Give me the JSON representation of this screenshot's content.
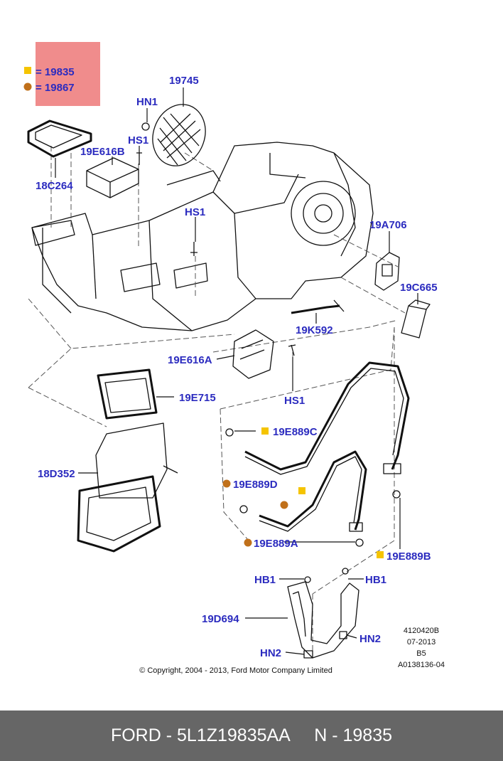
{
  "legend": {
    "items": [
      {
        "symbol": "square",
        "color": "#f5c400",
        "label": "= 19835"
      },
      {
        "symbol": "circle",
        "color": "#c0701a",
        "label": "= 19867"
      }
    ],
    "highlight_color": "#f08c8c"
  },
  "labels": {
    "p19745": "19745",
    "hn1": "HN1",
    "hs1_top": "HS1",
    "p19e616b": "19E616B",
    "p18c264": "18C264",
    "hs1_mid": "HS1",
    "p19a706": "19A706",
    "p19c665": "19C665",
    "p19k592": "19K592",
    "p19e616a": "19E616A",
    "hs1_low": "HS1",
    "p19e715": "19E715",
    "p19e889c": "19E889C",
    "p18d352": "18D352",
    "p19e889d": "19E889D",
    "p19e889a": "19E889A",
    "p19e889b": "19E889B",
    "hb1_left": "HB1",
    "hb1_right": "HB1",
    "p19d694": "19D694",
    "hn2_right": "HN2",
    "hn2_left": "HN2"
  },
  "reference": {
    "line1": "4120420B",
    "line2": "07-2013",
    "line3": "B5",
    "line4": "A0138136-04"
  },
  "copyright": "© Copyright, 2004 - 2013, Ford Motor Company Limited",
  "footer": {
    "text": "FORD - 5L1Z19835AA     N - 19835"
  }
}
